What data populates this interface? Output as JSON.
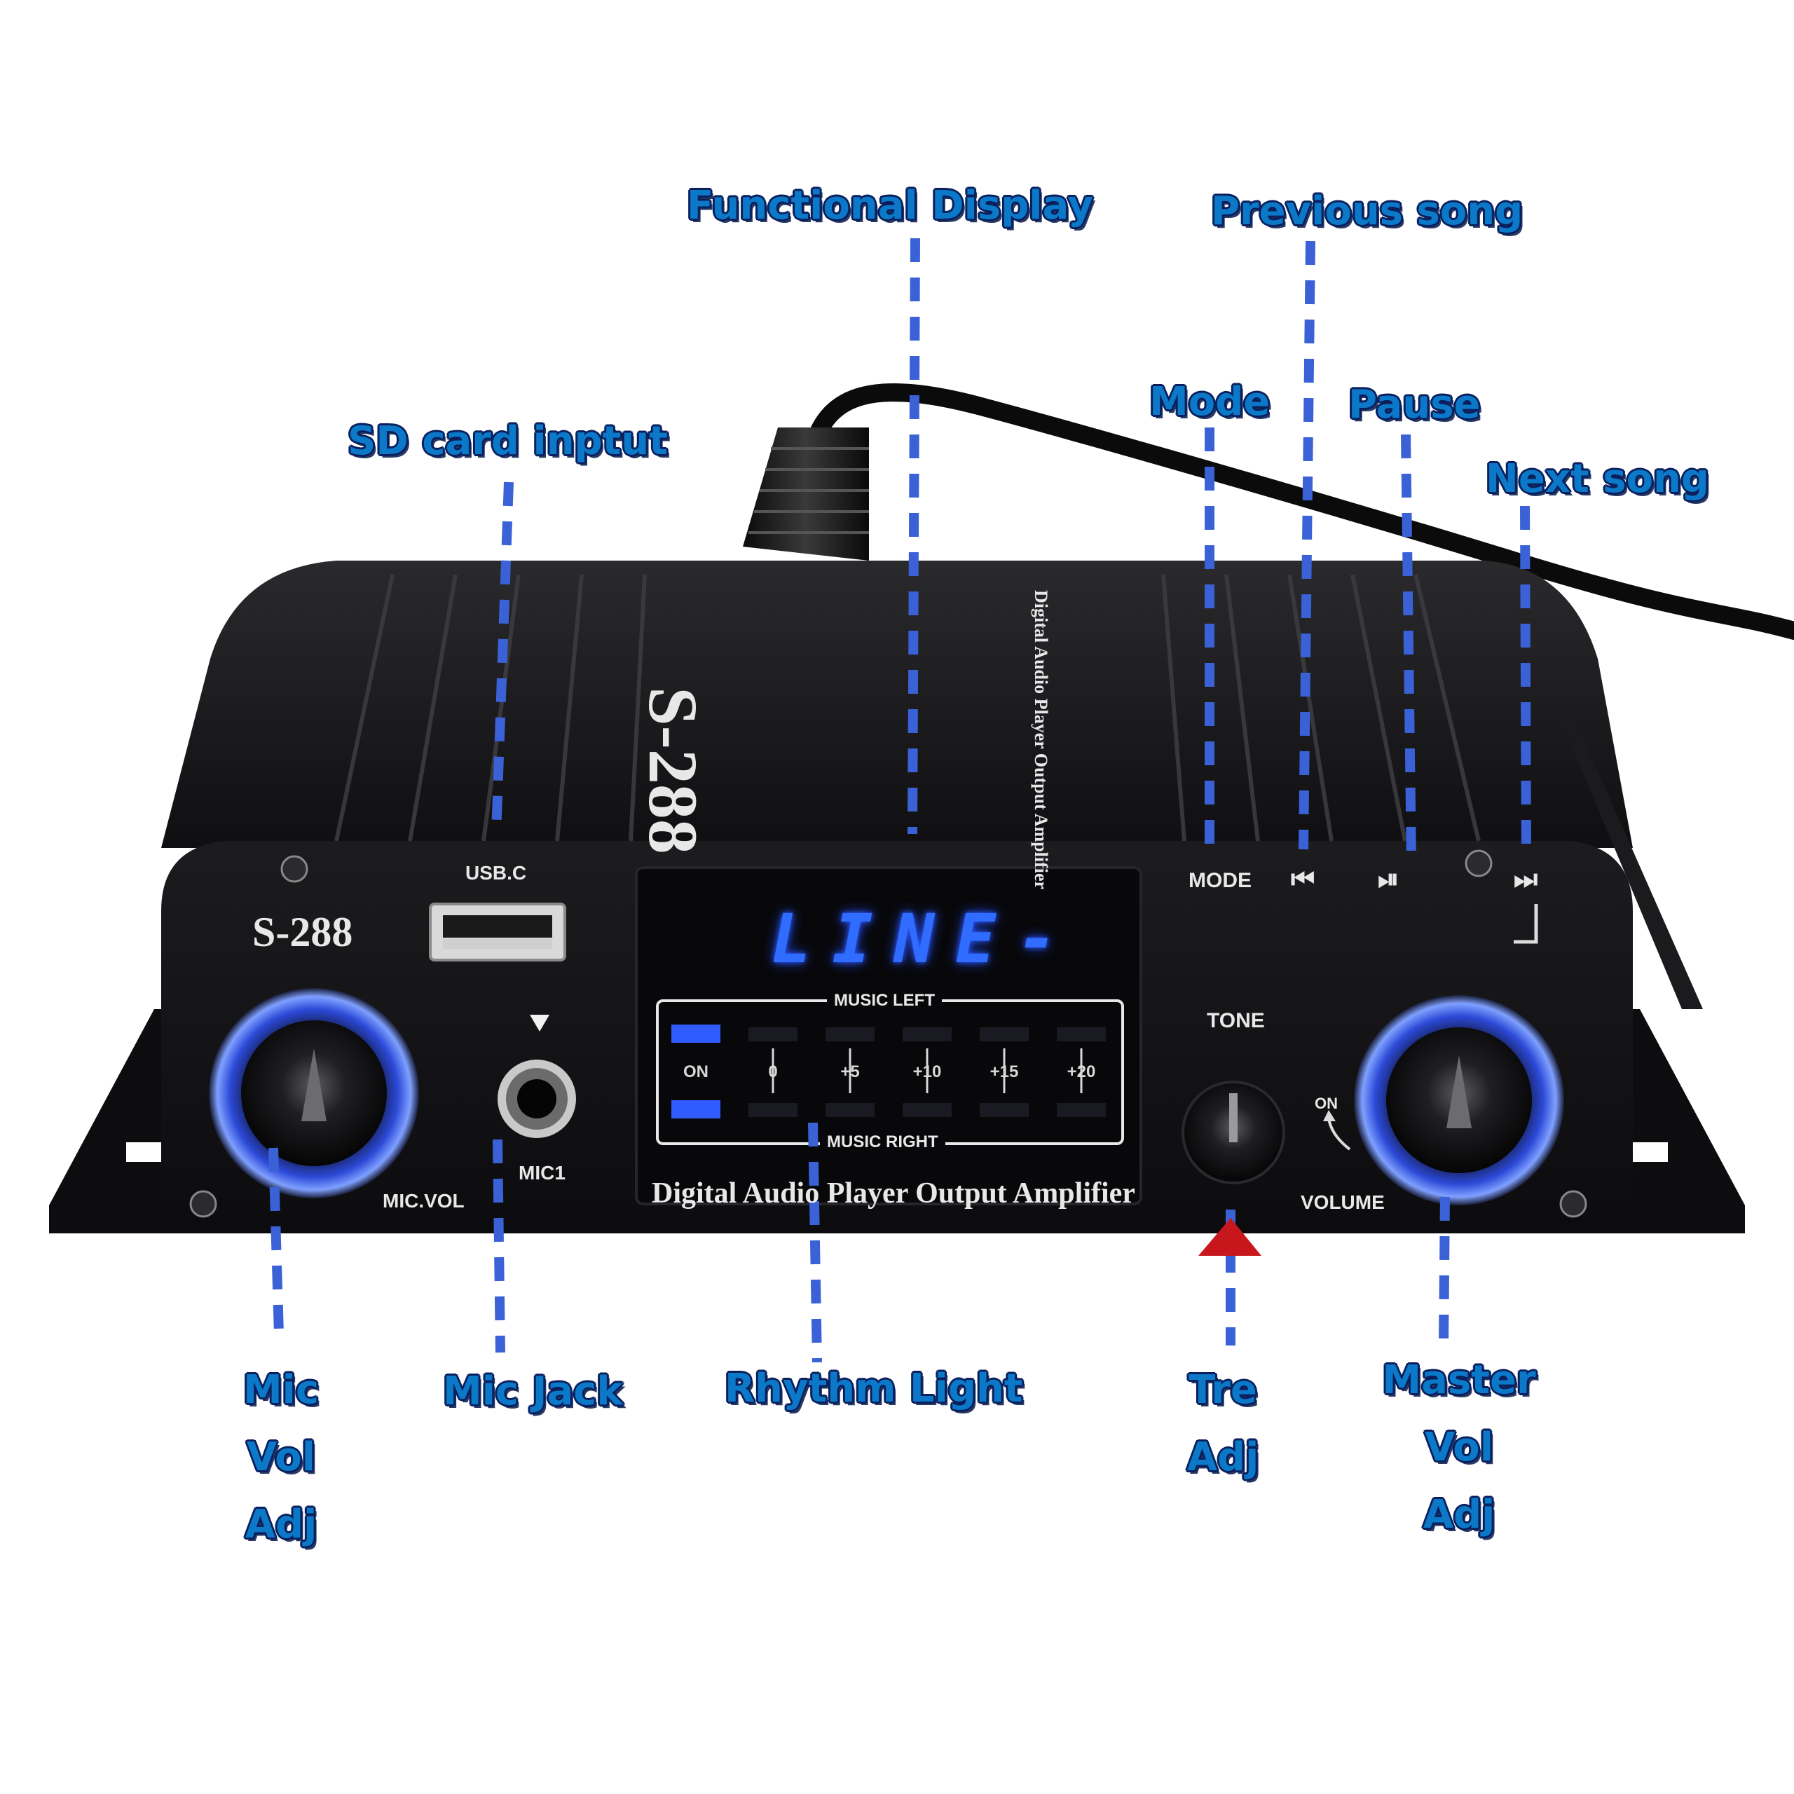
{
  "callouts": {
    "functional_display": "Functional Display",
    "previous_song": "Previous song",
    "mode": "Mode",
    "pause": "Pause",
    "next_song": "Next song",
    "sd_card": "SD card inptut",
    "mic_vol_adj": [
      "Mic",
      "Vol",
      "Adj"
    ],
    "mic_jack": "Mic Jack",
    "rhythm_light": "Rhythm Light",
    "tre_adj": [
      "Tre",
      "Adj"
    ],
    "master_vol_adj": [
      "Master",
      "Vol",
      "Adj"
    ]
  },
  "panel": {
    "model_front": "S-288",
    "model_top": "S-288",
    "top_subtitle": "Digital Audio Player Output Amplifier",
    "usb_label": "USB.C",
    "mic_vol_label": "MIC.VOL",
    "mic1_label": "MIC1",
    "mode_label": "MODE",
    "prev_icon": "⏮",
    "play_pause_icon": "⏯",
    "next_icon": "⏭",
    "tone_label": "TONE",
    "on_label": "ON",
    "volume_label": "VOLUME",
    "front_subtitle": "Digital Audio Player Output Amplifier",
    "display_text": "LINE-",
    "music_left": "MUSIC LEFT",
    "music_right": "MUSIC RIGHT",
    "scale": [
      "ON",
      "0",
      "+5",
      "+10",
      "+15",
      "+20"
    ]
  },
  "icons": [
    "mode-button",
    "previous-song-button",
    "play-pause-button",
    "next-song-button",
    "usb-port",
    "mic-jack",
    "mic-volume-knob",
    "tone-knob",
    "master-volume-knob",
    "power-cable"
  ],
  "colors": {
    "callout_text": "#0b78c8",
    "callout_outline": "#0a1f5c",
    "leader_line": "#3a62d6",
    "chassis": "#141416",
    "lcd_blue": "#2f6cff",
    "knob_glow": "#2f5bff",
    "arrow_red": "#c8161d"
  }
}
